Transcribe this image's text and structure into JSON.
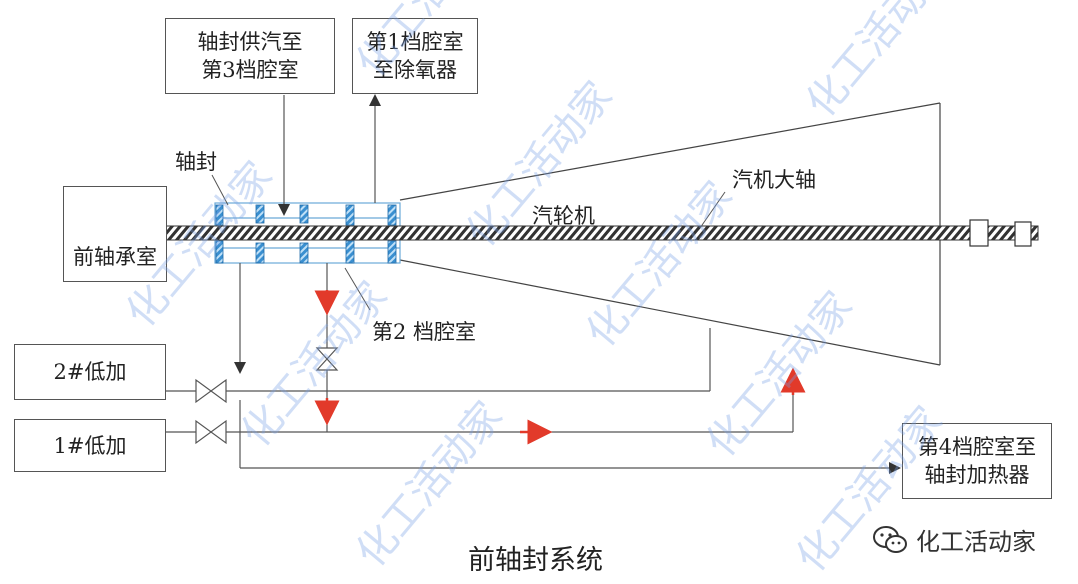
{
  "boxes": {
    "supply_top": [
      "轴封供汽至",
      "第3档腔室"
    ],
    "deaerator_top": [
      "第1档腔室",
      "至除氧器"
    ],
    "front_bearing": "前轴承室",
    "low_heater_2": "2#低加",
    "low_heater_1": "1#低加",
    "seal_heater": [
      "第4档腔室至",
      "轴封加热器"
    ]
  },
  "labels": {
    "shaft_seal": "轴封",
    "turbine": "汽轮机",
    "main_shaft": "汽机大轴",
    "chamber_2": "第2 档腔室"
  },
  "caption": "前轴封系统",
  "watermark": "化工活动家",
  "brand": "化工活动家",
  "colors": {
    "seal": "#3a8fd0",
    "arrow_red": "#e23a2a",
    "line": "#444444",
    "watermark": "#a8c4ee"
  }
}
